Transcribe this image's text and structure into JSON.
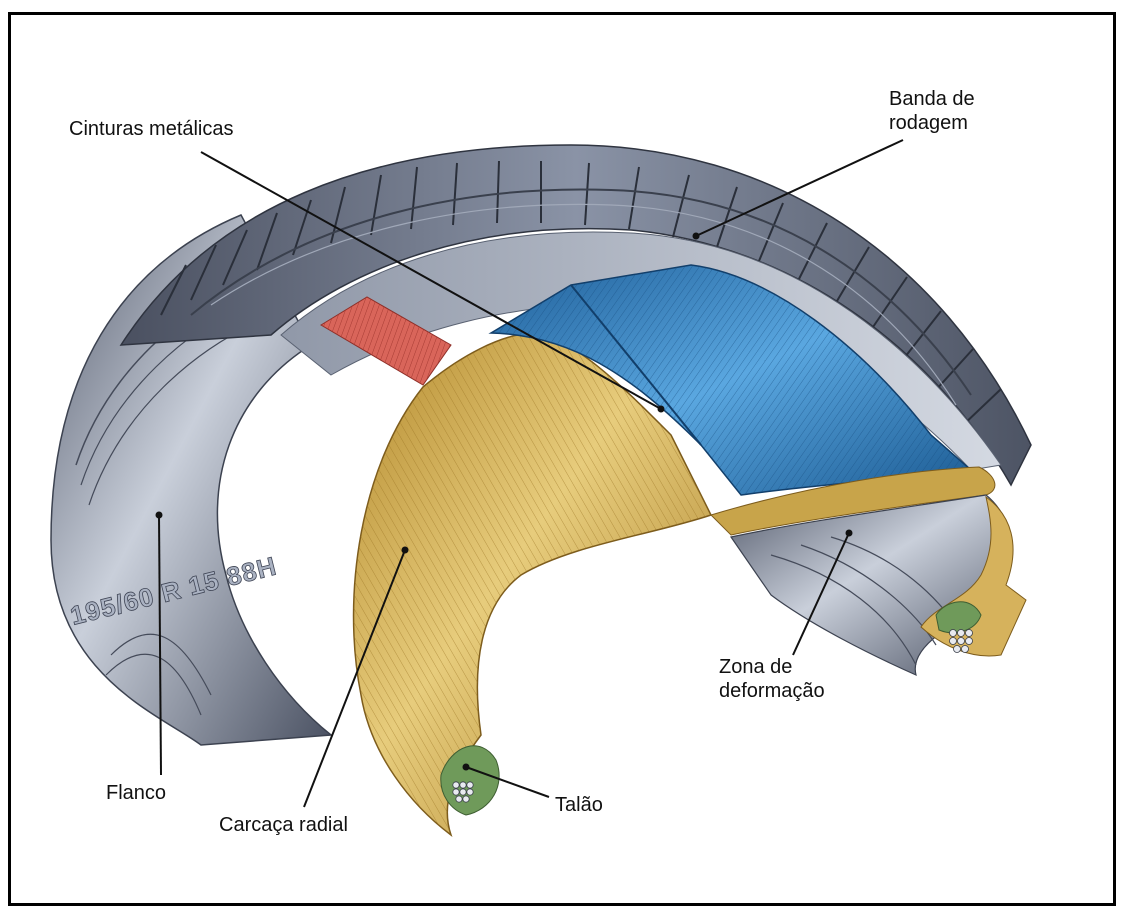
{
  "diagram": {
    "sidewall_marking": "195/60 R 15 88H",
    "colors": {
      "tread": "#6f7686",
      "sidewall": "#7c8496",
      "carcass": "#c8a44a",
      "belts": "#2e7fbf",
      "cap_ply": "#d9655a",
      "leader_line": "#111111",
      "frame": "#000000"
    },
    "labels": {
      "belts": "Cinturas metálicas",
      "tread_line1": "Banda de",
      "tread_line2": "rodagem",
      "deformation_line1": "Zona de",
      "deformation_line2": "deformação",
      "sidewall": "Flanco",
      "carcass": "Carcaça radial",
      "bead": "Talão"
    }
  }
}
